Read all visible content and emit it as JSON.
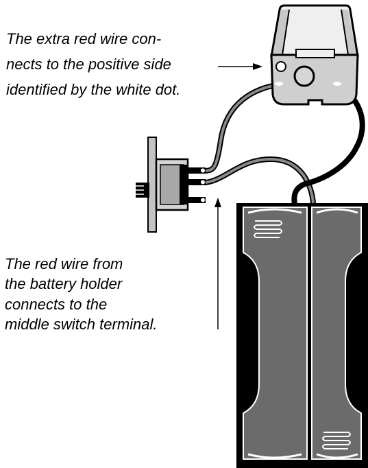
{
  "annotations": {
    "motor_note": [
      "The extra red wire con-",
      "nects to the positive side",
      "identified by the white dot."
    ],
    "switch_note": [
      "The red wire from",
      "the battery holder",
      "connects to the",
      "middle switch terminal."
    ]
  },
  "colors": {
    "ink": "#000000",
    "motor_body": "#efefef",
    "motor_face": "#c9c9c9",
    "battery_holder": "#000000",
    "battery_cell": "#6b6b6b",
    "wire_insulation": "#8a8a8a",
    "switch_body": "#c4c4c4"
  },
  "icons": {
    "motor": "dc-motor-icon",
    "switch": "slide-switch-icon",
    "battery_holder": "battery-holder-icon"
  }
}
